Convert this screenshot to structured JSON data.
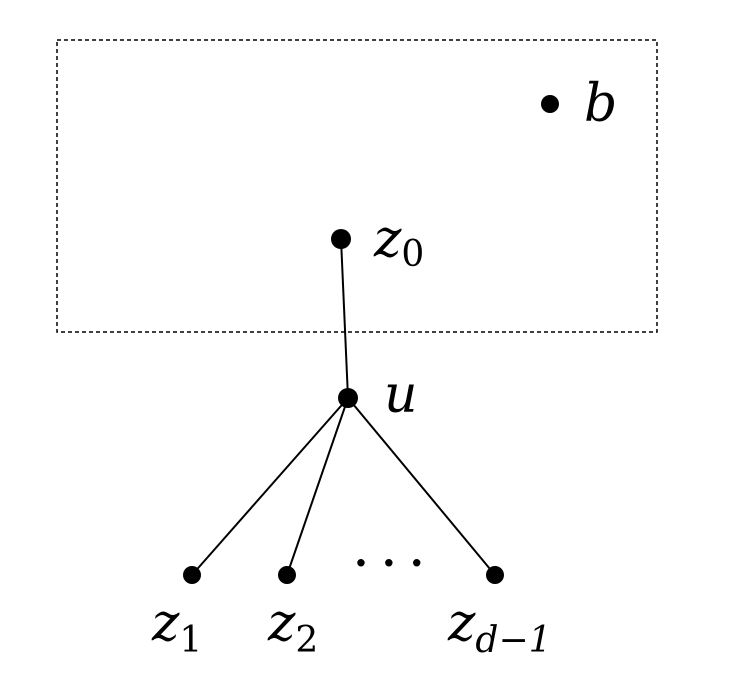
{
  "labels": {
    "b": "b",
    "z0": {
      "base": "z",
      "sub": "0"
    },
    "u": "u",
    "z1": {
      "base": "z",
      "sub": "1"
    },
    "z2": {
      "base": "z",
      "sub": "2"
    },
    "zd1": {
      "base": "z",
      "sub": "d−1"
    },
    "ellipsis": "· · ·"
  }
}
